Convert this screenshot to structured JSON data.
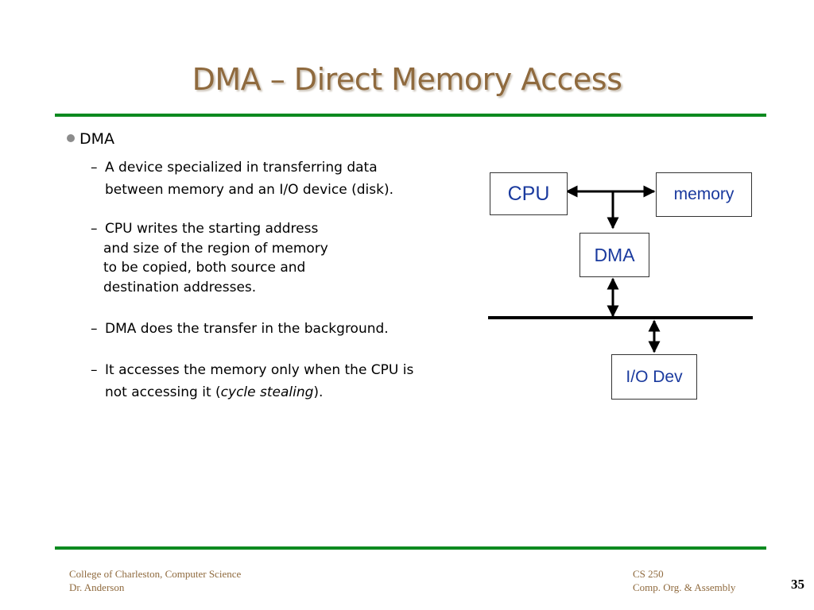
{
  "slide": {
    "title": "DMA – Direct Memory Access",
    "bullet": "DMA",
    "points": [
      {
        "dash": "–",
        "lines": [
          "A device specialized in transferring data",
          "between memory and an I/O device (disk)."
        ]
      },
      {
        "dash": "–",
        "lines": [
          "CPU writes the starting address",
          "and size of the region of memory",
          "to be copied, both source and",
          "destination addresses."
        ]
      },
      {
        "dash": "–",
        "lines": [
          "DMA does the transfer in the background."
        ]
      },
      {
        "dash": "–",
        "line1": "It accesses the memory only when the CPU is",
        "line2_pre": "not accessing it (",
        "line2_em": "cycle stealing",
        "line2_post": ")."
      }
    ]
  },
  "diagram": {
    "cpu": "CPU",
    "memory": "memory",
    "dma": "DMA",
    "io": "I/O Dev"
  },
  "footer": {
    "left_line1": "College of Charleston, Computer Science",
    "left_line2": "Dr. Anderson",
    "right_line1": "CS 250",
    "right_line2": "Comp. Org. & Assembly",
    "page": "35"
  },
  "colors": {
    "title": "#8f6a3e",
    "rule": "#0c8a1f",
    "box_text": "#1a3a9e"
  }
}
